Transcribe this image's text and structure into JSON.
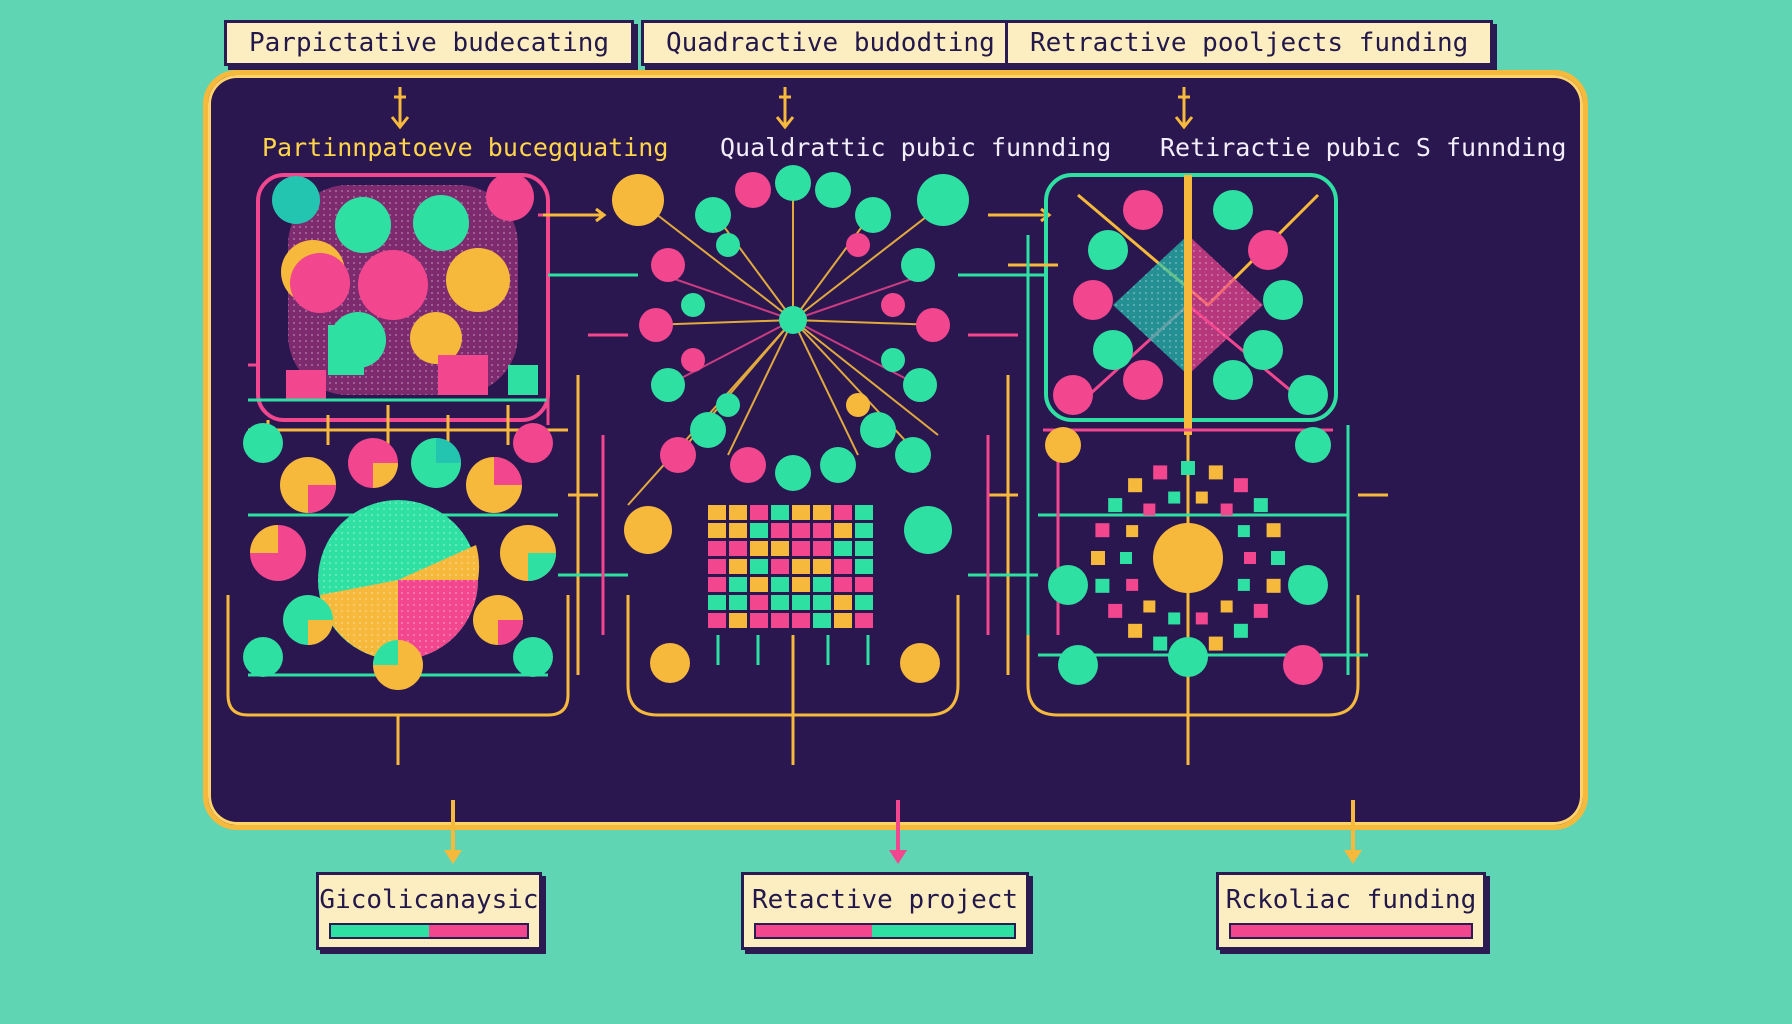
{
  "top_labels": {
    "left": "Parpictative budecating",
    "center": "Quadractive budodting",
    "right": "Retractive pooljects funding"
  },
  "section_titles": {
    "left": "Partinnpatoeve bucegquating",
    "center": "Qualdrattic pubic funnding",
    "right": "Retiractie pubic S funnding"
  },
  "bottom_cards": {
    "left": {
      "label": "Gicolicanaysic",
      "progress": 0.5
    },
    "center": {
      "label": "Retactive project",
      "progress": 0.45
    },
    "right": {
      "label": "Rckoliac funding",
      "progress": 1.0
    }
  },
  "colors": {
    "background": "#5fd5b3",
    "panel": "#2a1750",
    "border": "#f6b93b",
    "mint": "#2fe0a3",
    "pink": "#f2468e",
    "yellow": "#f6b93b",
    "teal": "#23c4b0",
    "title_yellow": "#ffd54a",
    "title_white": "#f3eefc"
  }
}
